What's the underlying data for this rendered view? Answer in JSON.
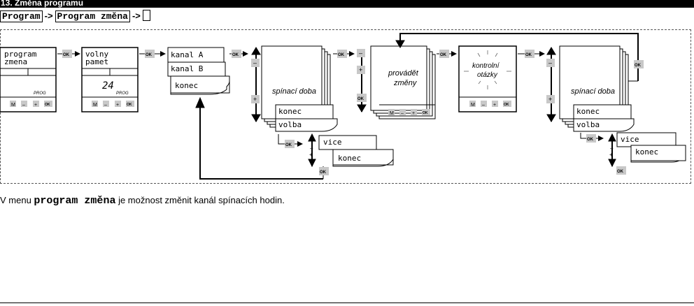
{
  "title": "13. Změna programu",
  "breadcrumb": {
    "items": [
      "Program",
      "Program změna"
    ],
    "separator": "->"
  },
  "caption": {
    "prefix": "V menu ",
    "bold": "program změna",
    "suffix": " je možnost změnit kanál spínacích hodin."
  },
  "device1": {
    "line1": "program",
    "line2": "zmena",
    "mode": "PROG"
  },
  "device2": {
    "line1": "volny",
    "line2": "pamet",
    "value": "24",
    "mode": "PROG"
  },
  "device_buttons": [
    "M",
    "–",
    "+",
    "OK"
  ],
  "channel_menu": [
    "kanal A",
    "kanal B",
    "konec"
  ],
  "switch_card": {
    "label": "spínací doba",
    "submenu": [
      "konec",
      "volba"
    ]
  },
  "more_menu": [
    "vice",
    "konec"
  ],
  "execute_card": {
    "line1": "provádět",
    "line2": "změny"
  },
  "questions_card": {
    "line1": "kontrolní",
    "line2": "otázky"
  },
  "key_labels": {
    "ok": "OK",
    "minus": "–",
    "plus": "+"
  },
  "colors": {
    "key_bg": "#c8c8c8",
    "frame": "#000000",
    "panel_border": "#555555"
  }
}
